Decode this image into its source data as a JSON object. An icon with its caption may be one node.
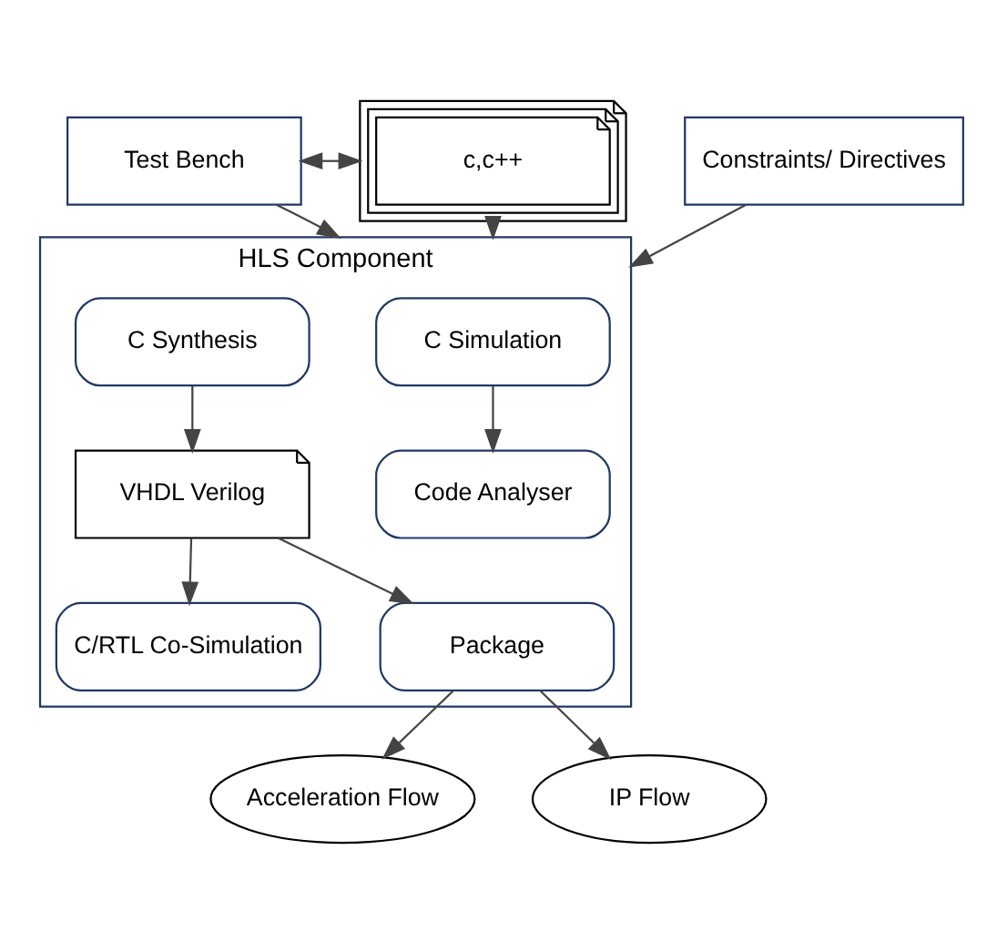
{
  "diagram": {
    "nodes": [
      {
        "text": [
          "Test Bench"
        ]
      },
      {
        "text": [
          "c,c++"
        ]
      },
      {
        "text": [
          "Constraints/ Directives"
        ]
      },
      {
        "text": [
          "HLS Component"
        ]
      },
      {
        "text": [
          "C Simulation"
        ],
        "in": 3
      },
      {
        "text": [
          "C Synthesis"
        ],
        "in": 3
      },
      {
        "text": [
          "Code Analyser"
        ],
        "in": 3
      },
      {
        "text": [
          "VHDL Verilog"
        ],
        "in": 3
      },
      {
        "text": [
          "C/RTL Co-Simulation"
        ],
        "in": 3
      },
      {
        "text": [
          "Package"
        ],
        "in": 3
      },
      {
        "text": [
          "Acceleration Flow"
        ]
      },
      {
        "text": [
          "IP Flow"
        ]
      }
    ],
    "edges": [
      {
        "from": 0,
        "to": 1,
        "arrow": "both"
      },
      {
        "from": 0,
        "to": 3,
        "arrow": "to"
      },
      {
        "from": 1,
        "to": 3,
        "arrow": "to"
      },
      {
        "from": 2,
        "to": 3,
        "arrow": "to"
      },
      {
        "from": 4,
        "to": 6,
        "arrow": "to"
      },
      {
        "from": 5,
        "to": 7,
        "arrow": "to"
      },
      {
        "from": 7,
        "to": 8,
        "arrow": "to"
      },
      {
        "from": 7,
        "to": 9,
        "arrow": "to"
      },
      {
        "from": 9,
        "to": 10,
        "arrow": "to"
      },
      {
        "from": 9,
        "to": 11,
        "arrow": "to"
      }
    ]
  }
}
